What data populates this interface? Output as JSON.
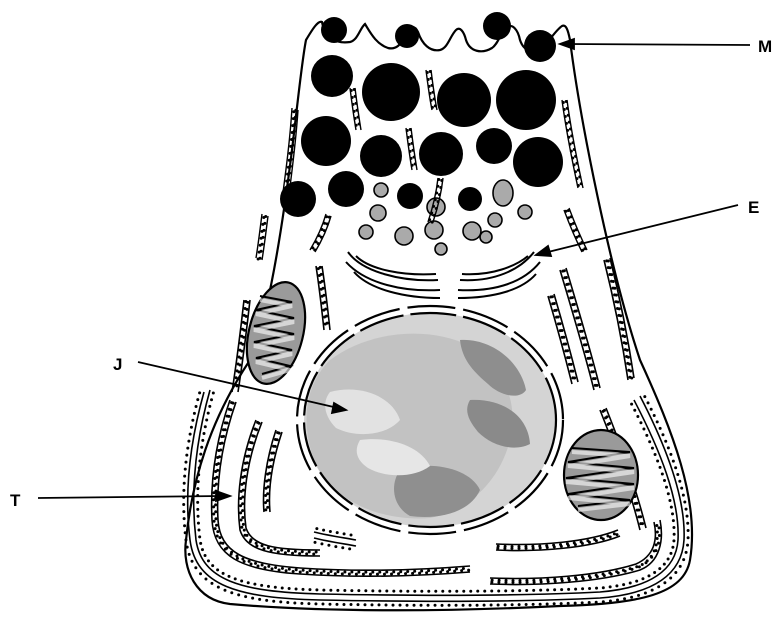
{
  "diagram": {
    "labels": {
      "M": "M",
      "E": "E",
      "J": "J",
      "T": "T"
    },
    "colors": {
      "ink": "#000000",
      "background": "#ffffff",
      "vesicle_gray": "#aaaaaa",
      "mitochondrion_fill": "#9a9a9a",
      "nucleoplasm": "#d4d4d4",
      "chromatin_dark": "#8a8a8a"
    }
  }
}
